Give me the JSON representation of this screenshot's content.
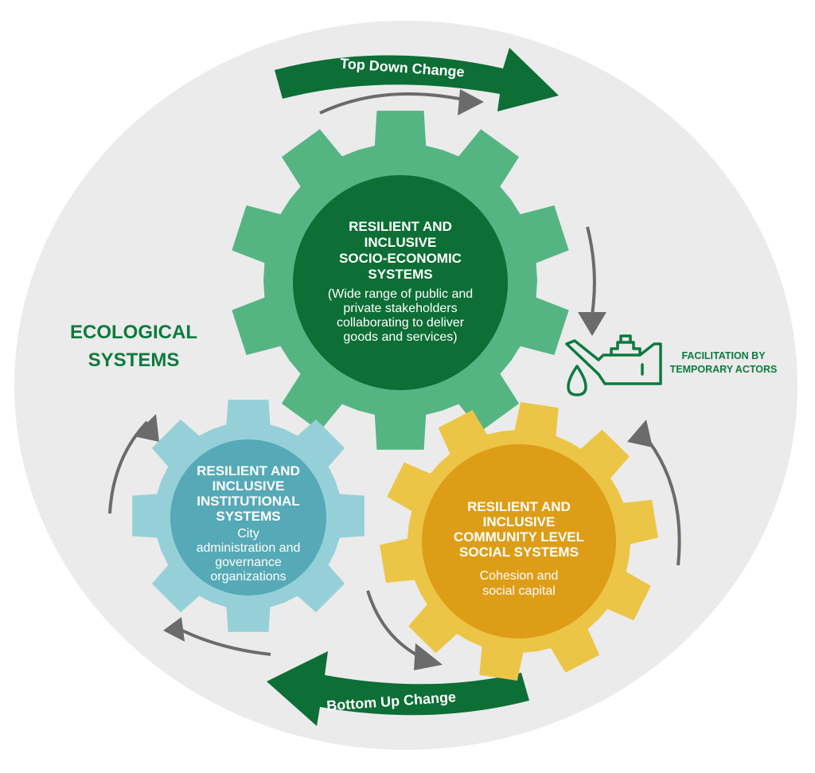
{
  "ecological": {
    "line1": "ECOLOGICAL",
    "line2": "SYSTEMS"
  },
  "top_banner": "Top Down Change",
  "bottom_banner": "Bottom Up Change",
  "facilitation": {
    "line1": "FACILITATION BY",
    "line2": "TEMPORARY ACTORS",
    "icon": "oil-can-icon"
  },
  "gears": {
    "socio_economic": {
      "title": [
        "RESILIENT AND",
        "INCLUSIVE",
        "SOCIO-ECONOMIC",
        "SYSTEMS"
      ],
      "body": [
        "(Wide range of public and",
        "private stakeholders",
        "collaborating to deliver",
        "goods and services)"
      ],
      "color_outer": "#55b582",
      "color_inner": "#0d6e36"
    },
    "institutional": {
      "title": [
        "RESILIENT AND",
        "INCLUSIVE",
        "INSTITUTIONAL",
        "SYSTEMS"
      ],
      "body": [
        "City",
        "administration and",
        "governance",
        "organizations"
      ],
      "color_outer": "#95d0d8",
      "color_inner": "#56a9b6"
    },
    "community": {
      "title": [
        "RESILIENT AND",
        "INCLUSIVE",
        "COMMUNITY LEVEL",
        "SOCIAL SYSTEMS"
      ],
      "body": [
        "Cohesion and",
        "social capital"
      ],
      "color_outer": "#ecc546",
      "color_inner": "#dd9d17"
    }
  },
  "colors": {
    "background_circle": "#ebebeb",
    "banner": "#0d6e36",
    "arrow": "#6b6b6b",
    "ecological_text": "#0d7a3e"
  }
}
